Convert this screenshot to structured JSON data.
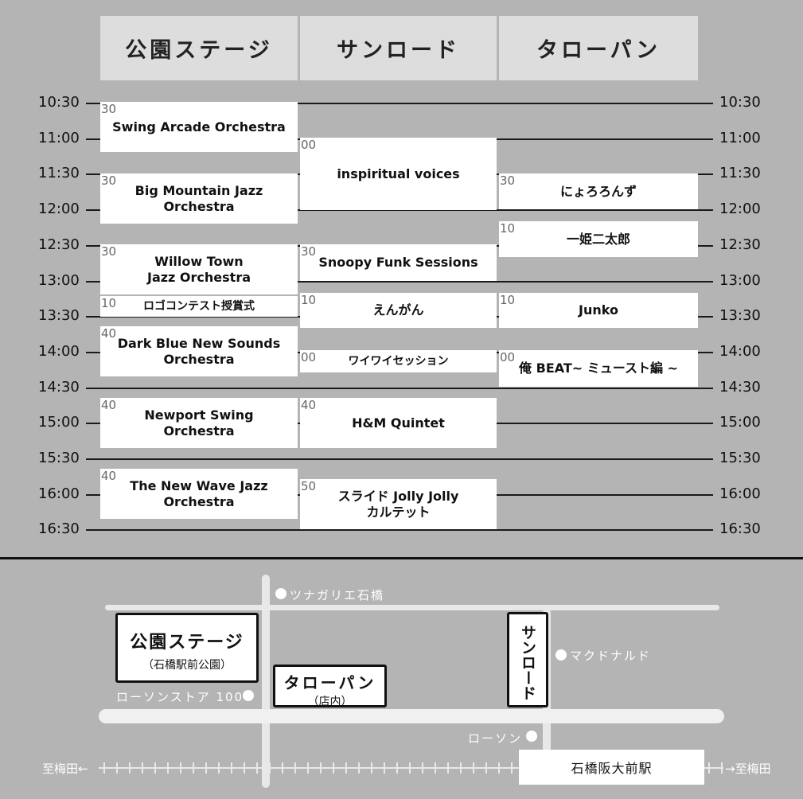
{
  "venues": [
    "公園ステージ",
    "サンロード",
    "タローパン"
  ],
  "times": [
    "10:30",
    "11:00",
    "11:30",
    "12:00",
    "12:30",
    "13:00",
    "13:30",
    "14:00",
    "14:30",
    "15:00",
    "15:30",
    "16:00",
    "16:30"
  ],
  "performances": [
    {
      "venue": 0,
      "start_minute": "30",
      "name": "Swing Arcade Orchestra"
    },
    {
      "venue": 0,
      "start_minute": "30",
      "name": "Big Mountain Jazz Orchestra"
    },
    {
      "venue": 0,
      "start_minute": "30",
      "name": "Willow Town Jazz Orchestra"
    },
    {
      "venue": 0,
      "start_minute": "10",
      "name": "ロゴコンテスト授賞式"
    },
    {
      "venue": 0,
      "start_minute": "40",
      "name": "Dark Blue New Sounds Orchestra"
    },
    {
      "venue": 0,
      "start_minute": "40",
      "name": "Newport Swing Orchestra"
    },
    {
      "venue": 0,
      "start_minute": "40",
      "name": "The New Wave Jazz Orchestra"
    },
    {
      "venue": 1,
      "start_minute": "00",
      "name": "inspiritual voices"
    },
    {
      "venue": 1,
      "start_minute": "30",
      "name": "Snoopy Funk Sessions"
    },
    {
      "venue": 1,
      "start_minute": "10",
      "name": "えんがん"
    },
    {
      "venue": 1,
      "start_minute": "00",
      "name": "ワイワイセッション"
    },
    {
      "venue": 1,
      "start_minute": "40",
      "name": "H&M Quintet"
    },
    {
      "venue": 1,
      "start_minute": "50",
      "name": "スライド Jolly Jolly カルテット"
    },
    {
      "venue": 2,
      "start_minute": "30",
      "name": "にょろろんず"
    },
    {
      "venue": 2,
      "start_minute": "10",
      "name": "一姫二太郎"
    },
    {
      "venue": 2,
      "start_minute": "10",
      "name": "Junko"
    },
    {
      "venue": 2,
      "start_minute": "00",
      "name": "俺 BEAT~ ミュースト編 ~"
    }
  ],
  "map": {
    "park_stage": {
      "name": "公園ステージ",
      "sub": "（石橋駅前公園）"
    },
    "taropan": {
      "name": "タローパン",
      "sub": "（店内）"
    },
    "sunroad": {
      "name": "サンロード"
    },
    "landmarks": {
      "tsunagarie": "ツナガリエ石橋",
      "mcdonalds": "マクドナルド",
      "lawson100": "ローソンストア 100",
      "lawson": "ローソン"
    },
    "station": "石橋阪大前駅",
    "left_direction": "至梅田←",
    "right_direction": "→至梅田"
  },
  "colors": {
    "background": "#b3b4b3",
    "header": "#dcdddc",
    "block": "#ffffff",
    "line": "#1a1a1a"
  }
}
